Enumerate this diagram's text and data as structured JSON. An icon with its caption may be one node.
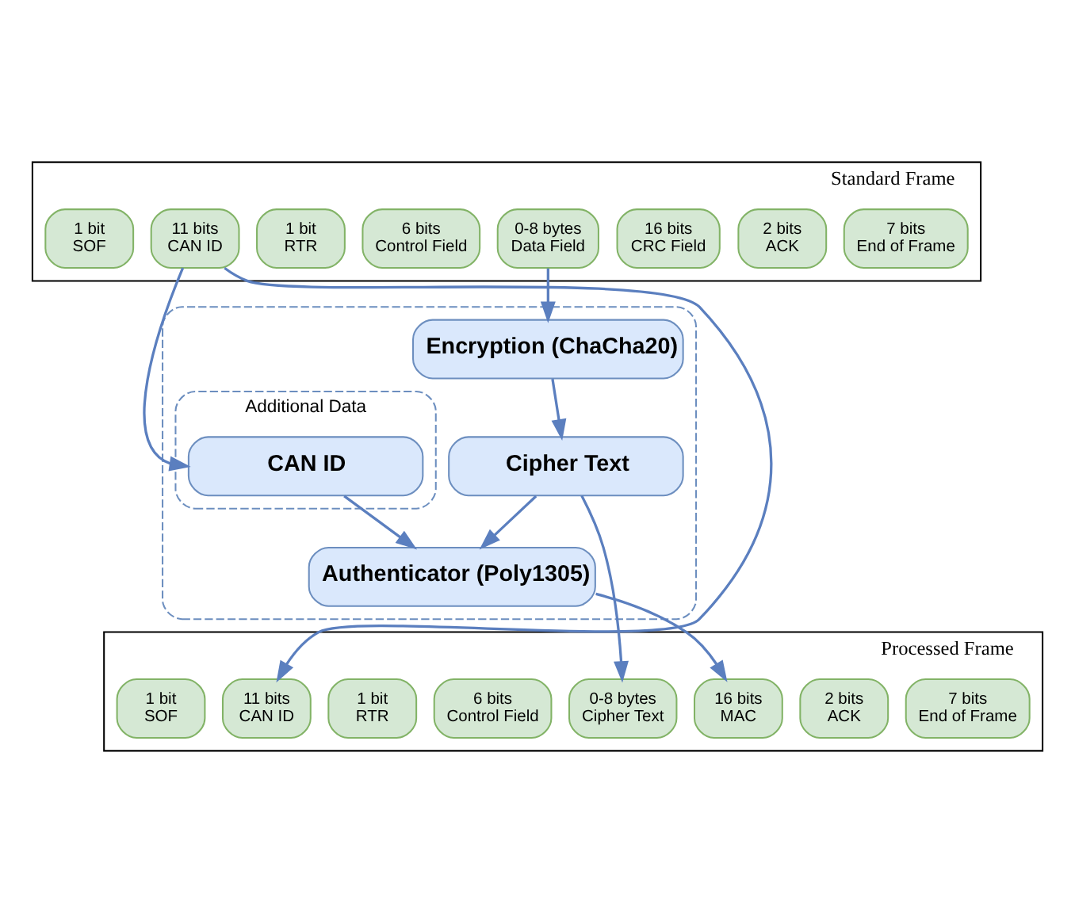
{
  "diagram": {
    "nodes": [
      {
        "text": [
          "Standard Frame"
        ]
      },
      {
        "text": [
          "1 bit",
          "SOF"
        ],
        "in": 0
      },
      {
        "text": [
          "11 bits",
          "CAN ID"
        ],
        "in": 0
      },
      {
        "text": [
          "1 bit",
          "RTR"
        ],
        "in": 0
      },
      {
        "text": [
          "6 bits",
          "Control Field"
        ],
        "in": 0
      },
      {
        "text": [
          "0-8 bytes",
          "Data Field"
        ],
        "in": 0
      },
      {
        "text": [
          "16 bits",
          "CRC Field"
        ],
        "in": 0
      },
      {
        "text": [
          "2 bits",
          "ACK"
        ],
        "in": 0
      },
      {
        "text": [
          "7 bits",
          "End of Frame"
        ],
        "in": 0
      },
      {
        "text": [],
        "shape": "box"
      },
      {
        "text": [
          "Encryption (ChaCha20)"
        ],
        "in": 9
      },
      {
        "text": [
          "Additional Data"
        ],
        "in": 9
      },
      {
        "text": [
          "CAN ID"
        ],
        "in": 11
      },
      {
        "text": [
          "Cipher Text"
        ],
        "in": 9
      },
      {
        "text": [
          "Authenticator (Poly1305)"
        ],
        "in": 9
      },
      {
        "text": [
          "Processed Frame"
        ]
      },
      {
        "text": [
          "1 bit",
          "SOF"
        ],
        "in": 15
      },
      {
        "text": [
          "11 bits",
          "CAN ID"
        ],
        "in": 15
      },
      {
        "text": [
          "1 bit",
          "RTR"
        ],
        "in": 15
      },
      {
        "text": [
          "6 bits",
          "Control Field"
        ],
        "in": 15
      },
      {
        "text": [
          "0-8 bytes",
          "Cipher Text"
        ],
        "in": 15
      },
      {
        "text": [
          "16 bits",
          "MAC"
        ],
        "in": 15
      },
      {
        "text": [
          "2 bits",
          "ACK"
        ],
        "in": 15
      },
      {
        "text": [
          "7 bits",
          "End of Frame"
        ],
        "in": 15
      }
    ],
    "edges": [
      {
        "from": 2,
        "to": 12,
        "arrow": "to"
      },
      {
        "from": 2,
        "to": 17,
        "arrow": "to"
      },
      {
        "from": 5,
        "to": 10,
        "arrow": "to"
      },
      {
        "from": 10,
        "to": 13,
        "arrow": "to"
      },
      {
        "from": 12,
        "to": 14,
        "arrow": "to"
      },
      {
        "from": 13,
        "to": 14,
        "arrow": "to"
      },
      {
        "from": 13,
        "to": 20,
        "arrow": "to"
      },
      {
        "from": 14,
        "to": 21,
        "arrow": "to"
      }
    ]
  }
}
